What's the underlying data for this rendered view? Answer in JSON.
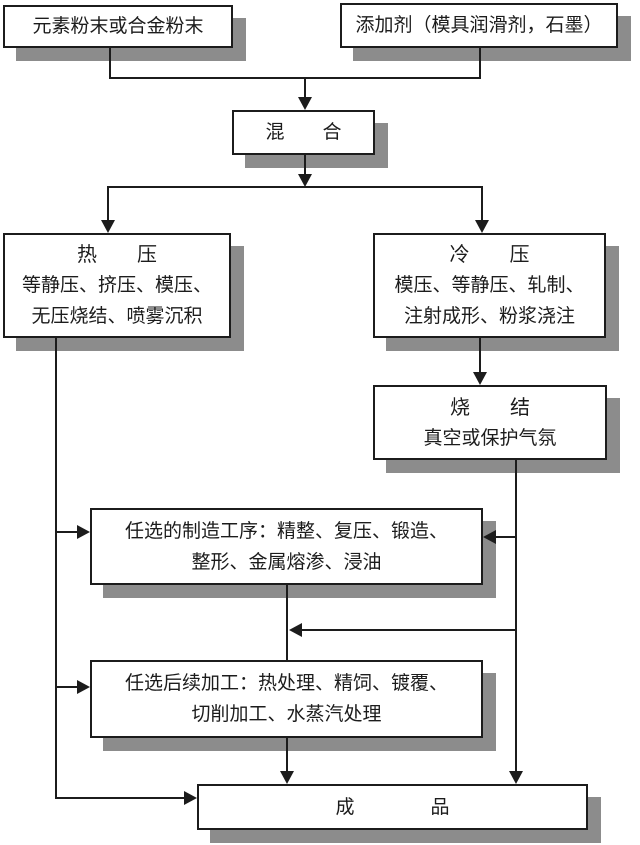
{
  "colors": {
    "line": "#1c1c1c",
    "box_fill": "#ffffff",
    "box_border": "#1c1c1c",
    "shadow": "#8c8c8c",
    "background": "#ffffff"
  },
  "nodes": {
    "elemental_powder": {
      "label": "元素粉末或合金粉末"
    },
    "additives": {
      "label": "添加剂（模具润滑剂，石墨）"
    },
    "mixing": {
      "label": "混　　合"
    },
    "hot_pressing": {
      "title": "热　　压",
      "line1": "等静压、挤压、模压、",
      "line2": "无压烧结、喷雾沉积"
    },
    "cold_pressing": {
      "title": "冷　　压",
      "line1": "模压、等静压、轧制、",
      "line2": "注射成形、粉浆浇注"
    },
    "sintering": {
      "title": "烧　　结",
      "line1": "真空或保护气氛"
    },
    "optional_manufacturing": {
      "line1": "任选的制造工序：精整、复压、锻造、",
      "line2": "整形、金属熔渗、浸油"
    },
    "optional_post_processing": {
      "line1": "任选后续加工：热处理、精饲、镀覆、",
      "line2": "切削加工、水蒸汽处理"
    },
    "finished_product": {
      "label": "成　　　　品"
    }
  }
}
